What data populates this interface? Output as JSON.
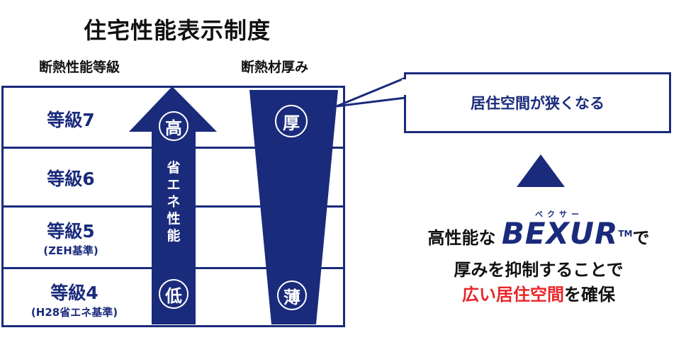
{
  "title": "住宅性能表示制度",
  "headers": {
    "left": "断熱性能等級",
    "right": "断熱材厚み"
  },
  "grades": [
    {
      "label": "等級7",
      "sub": ""
    },
    {
      "label": "等級6",
      "sub": ""
    },
    {
      "label": "等級5",
      "sub": "(ZEH基準)"
    },
    {
      "label": "等級4",
      "sub": "(H28省エネ基準)"
    }
  ],
  "arrow": {
    "top": "高",
    "bottom": "低",
    "text": [
      "省",
      "エ",
      "ネ",
      "性",
      "能"
    ]
  },
  "thickness": {
    "top": "厚",
    "bottom": "薄"
  },
  "callout": "居住空間が狭くなる",
  "bexur": {
    "kana": "ベクサー",
    "logo": "BEXUR",
    "tm": "TM"
  },
  "message": {
    "line1_pre": "高性能な",
    "line1_post": "で",
    "line2": "厚みを抑制することで",
    "line3_red": "広い居住空間",
    "line3_post": "を確保"
  },
  "colors": {
    "navy": "#1a2b7c",
    "red": "#e8262a"
  }
}
